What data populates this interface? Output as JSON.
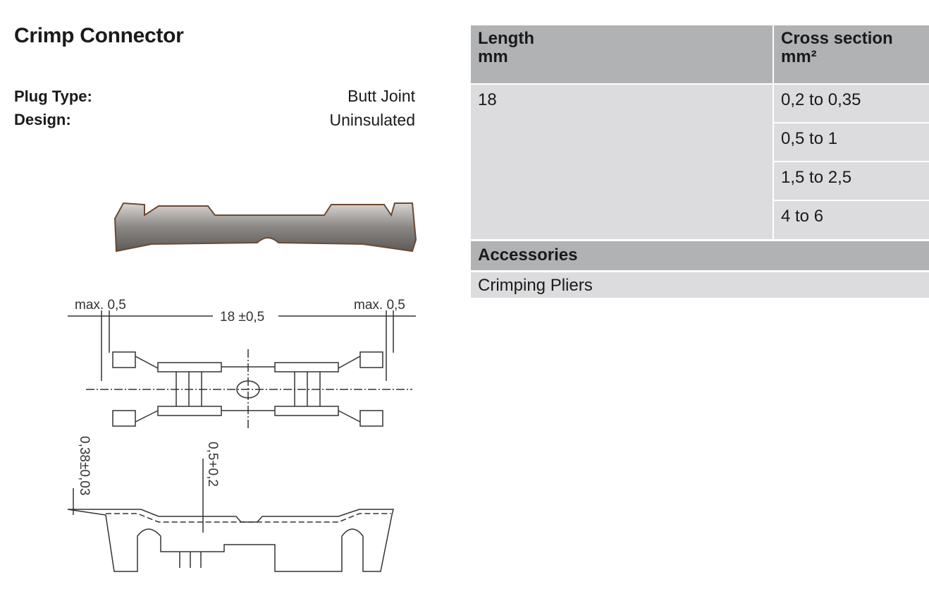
{
  "title": "Crimp Connector",
  "specs": [
    {
      "label": "Plug Type:",
      "value": "Butt Joint"
    },
    {
      "label": "Design:",
      "value": "Uninsulated"
    }
  ],
  "table": {
    "headers": [
      {
        "line1": "Length",
        "line2": "mm"
      },
      {
        "line1": "Cross section",
        "line2": "mm²"
      }
    ],
    "length": "18",
    "cross_sections": [
      "0,2 to 0,35",
      "0,5 to 1",
      "1,5 to 2,5",
      "4 to 6"
    ]
  },
  "accessories": {
    "header": "Accessories",
    "items": [
      "Crimping Pliers"
    ]
  },
  "drawing": {
    "dim_left": "max. 0,5",
    "dim_center": "18 ±0,5",
    "dim_right": "max. 0,5",
    "dim_thickness": "0,38±0,03",
    "dim_depth": "0,5+0,2"
  }
}
